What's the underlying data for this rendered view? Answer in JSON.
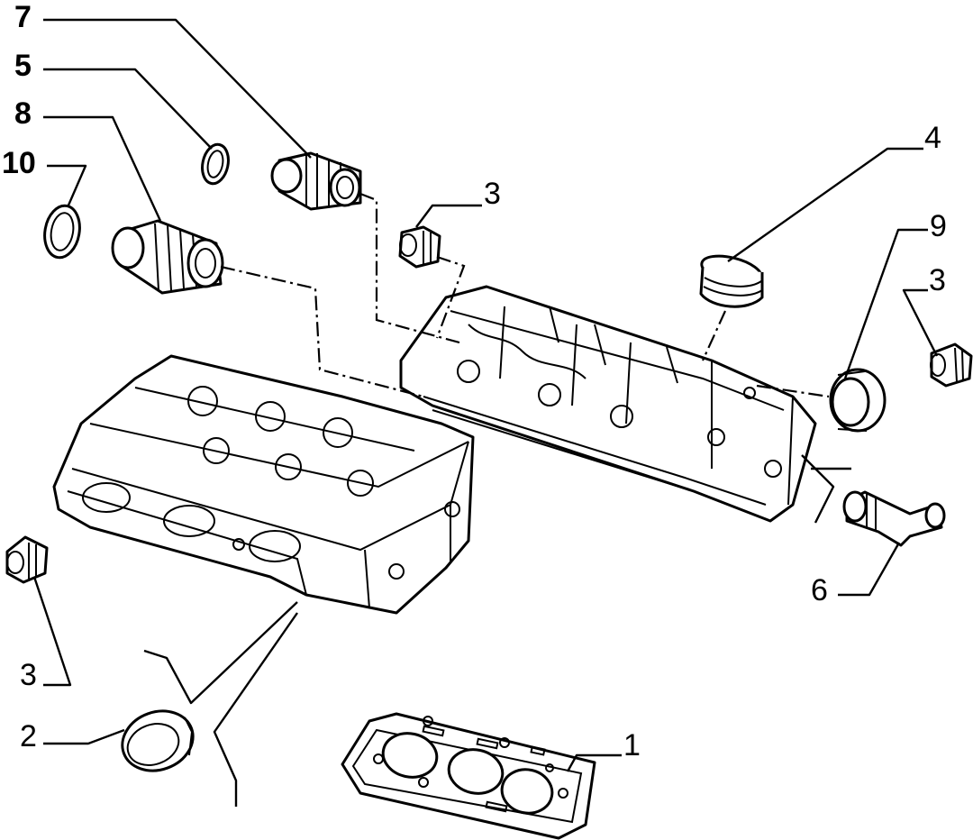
{
  "callouts": [
    {
      "id": "c7",
      "label": "7",
      "bold": true
    },
    {
      "id": "c5",
      "label": "5",
      "bold": true
    },
    {
      "id": "c8",
      "label": "8",
      "bold": true
    },
    {
      "id": "c10",
      "label": "10",
      "bold": true
    },
    {
      "id": "c3a",
      "label": "3",
      "bold": false
    },
    {
      "id": "c4",
      "label": "4",
      "bold": false
    },
    {
      "id": "c9",
      "label": "9",
      "bold": false
    },
    {
      "id": "c3b",
      "label": "3",
      "bold": false
    },
    {
      "id": "c6",
      "label": "6",
      "bold": false
    },
    {
      "id": "c3c",
      "label": "3",
      "bold": false
    },
    {
      "id": "c2",
      "label": "2",
      "bold": false
    },
    {
      "id": "c1",
      "label": "1",
      "bold": false
    }
  ]
}
